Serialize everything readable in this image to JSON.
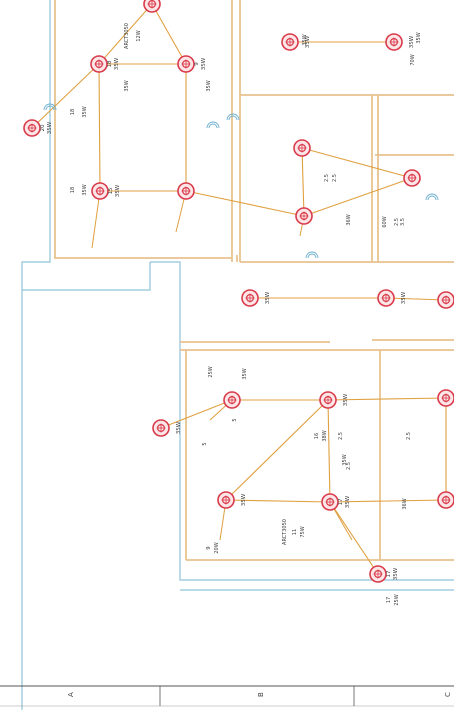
{
  "colors": {
    "wire": "#e0a040",
    "wall": "#e7c38e",
    "outer_wall": "#8fc3d6",
    "fixture": "#d83a4a",
    "sensor": "#6aaed0",
    "frame": "#555555",
    "text": "#3a3a3a"
  },
  "fixtures": [
    {
      "id": "f1",
      "label": [
        "20",
        "35W"
      ]
    },
    {
      "id": "f2",
      "label": [
        "18",
        "35W"
      ]
    },
    {
      "id": "f3",
      "label": [
        "9",
        "35W"
      ]
    },
    {
      "id": "f4",
      "label": [
        "15",
        "35W"
      ]
    },
    {
      "id": "f5",
      "label": [
        "",
        ""
      ]
    },
    {
      "id": "f6",
      "label": [
        "",
        "35W"
      ]
    },
    {
      "id": "f7",
      "label": [
        "",
        "35W"
      ]
    },
    {
      "id": "f8",
      "label": [
        "",
        ""
      ]
    },
    {
      "id": "f9",
      "label": [
        "",
        ""
      ]
    },
    {
      "id": "f10",
      "label": [
        "",
        ""
      ]
    },
    {
      "id": "f11",
      "label": [
        "",
        "35W"
      ]
    },
    {
      "id": "f12",
      "label": [
        "",
        "35W"
      ]
    },
    {
      "id": "f13",
      "label": [
        "",
        ""
      ]
    },
    {
      "id": "f14",
      "label": [
        "",
        "35W"
      ]
    },
    {
      "id": "f15",
      "label": [
        "",
        "35W"
      ]
    },
    {
      "id": "f16",
      "label": [
        "",
        ""
      ]
    },
    {
      "id": "f17",
      "label": [
        "",
        "35W"
      ]
    },
    {
      "id": "f18",
      "label": [
        "17",
        "35W"
      ]
    },
    {
      "id": "f19",
      "label": [
        "",
        ""
      ]
    },
    {
      "id": "f20",
      "label": [
        "17",
        "35W"
      ]
    },
    {
      "id": "f21",
      "label": [
        "",
        ""
      ]
    },
    {
      "id": "f22",
      "label": [
        "",
        ""
      ]
    }
  ],
  "annotations": [
    "ARCT3050",
    "12W",
    "35W",
    "35W",
    "18",
    "35W",
    "18",
    "35W",
    "36W",
    "60W",
    "35W",
    "70W",
    "35W",
    "2.5",
    "2.5",
    "2.5",
    "3.5",
    "5",
    "25W",
    "5",
    "35W",
    "2.5",
    "ARCT3050",
    "11",
    "75W",
    "9",
    "20W",
    "35W",
    "36W",
    "16",
    "38W",
    "2.5",
    "2.5",
    "17",
    "25W"
  ],
  "frame_labels": [
    "A",
    "B",
    "C"
  ]
}
